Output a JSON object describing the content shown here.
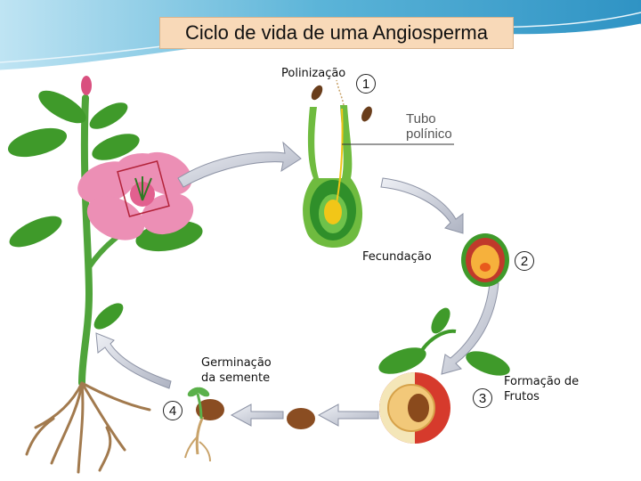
{
  "title": "Ciclo de vida de uma Angiosperma",
  "stages": [
    {
      "number": "1",
      "label": "Polinização"
    },
    {
      "number": "2",
      "label": "Fecundação"
    },
    {
      "number": "3",
      "label_line1": "Formação de",
      "label_line2": "Frutos"
    },
    {
      "number": "4",
      "label_line1": "Germinação",
      "label_line2": "da semente"
    }
  ],
  "tube_label": {
    "line1": "Tubo",
    "line2": "polínico"
  },
  "colors": {
    "title_bg": "#f8d9b8",
    "header_wave": "#5bb4d8",
    "leaf": "#3f9a2a",
    "petal": "#ec8fb5",
    "arrow": "#c9ccd6",
    "root": "#a27a4e"
  }
}
